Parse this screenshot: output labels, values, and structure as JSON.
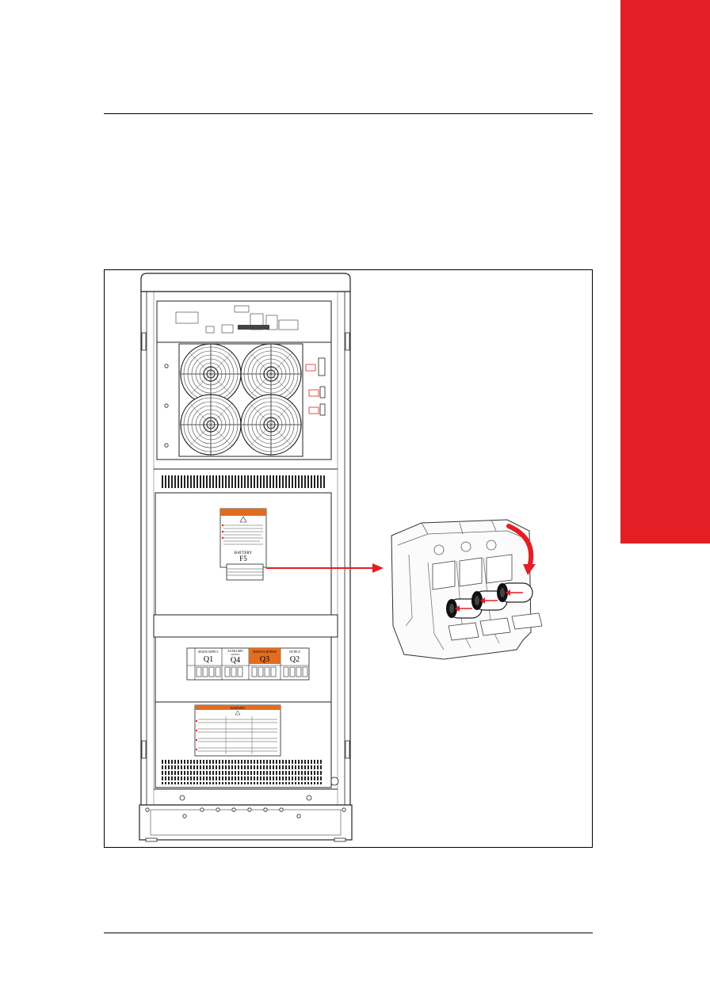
{
  "page": {
    "accent_color": "#e31e24"
  },
  "figure": {
    "fuse_label": {
      "title": "BATTERY",
      "id": "F5"
    },
    "switches": [
      {
        "title": "MAINS SUPPLY",
        "id": "Q1",
        "highlight": false
      },
      {
        "title": "AUXILIARY",
        "subtitle": "SUPPLY",
        "id": "Q4",
        "highlight": false
      },
      {
        "title": "MANUAL BYPASS",
        "id": "Q3",
        "highlight": true
      },
      {
        "title": "OUTPUT",
        "id": "Q2",
        "highlight": false
      }
    ],
    "warning_label_title": "WARNING",
    "highlight_color": "#e36c1e",
    "arrow_color": "#e31e24"
  }
}
